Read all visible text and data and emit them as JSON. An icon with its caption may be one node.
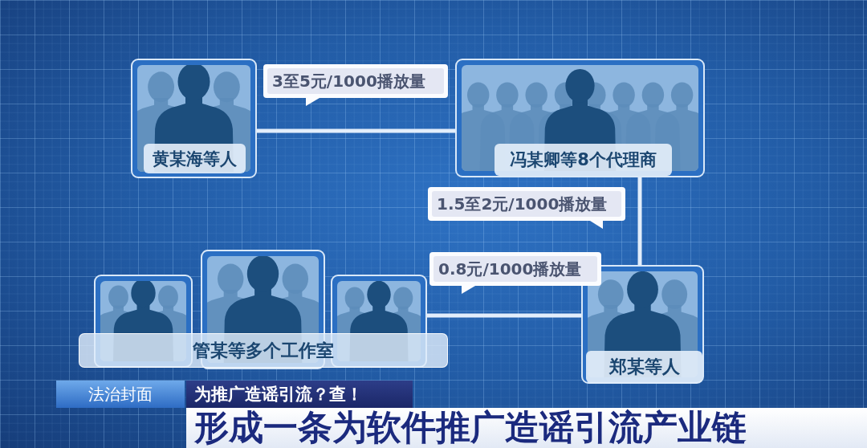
{
  "diagram": {
    "nodes": [
      {
        "text": [
          "黄某海等人"
        ]
      },
      {
        "text": [
          "冯某卿等8个代理商"
        ]
      },
      {
        "text": [],
        "shape": "picture"
      },
      {
        "text": [],
        "shape": "picture"
      },
      {
        "text": [],
        "shape": "picture"
      },
      {
        "text": [
          "管某等多个工作室"
        ]
      },
      {
        "text": [
          "郑某等人"
        ]
      }
    ],
    "edges": [
      {
        "from": 0,
        "to": 1,
        "arrow": "none",
        "label": "3至5元/1000播放量"
      },
      {
        "from": 1,
        "to": 6,
        "arrow": "none",
        "label": "1.5至2元/1000播放量"
      },
      {
        "from": 6,
        "to": 4,
        "arrow": "none",
        "label": "0.8元/1000播放量"
      }
    ],
    "labels": [
      "法治封面",
      "为推广造谣引流？查！",
      "形成一条为软件推广造谣引流产业链"
    ]
  }
}
